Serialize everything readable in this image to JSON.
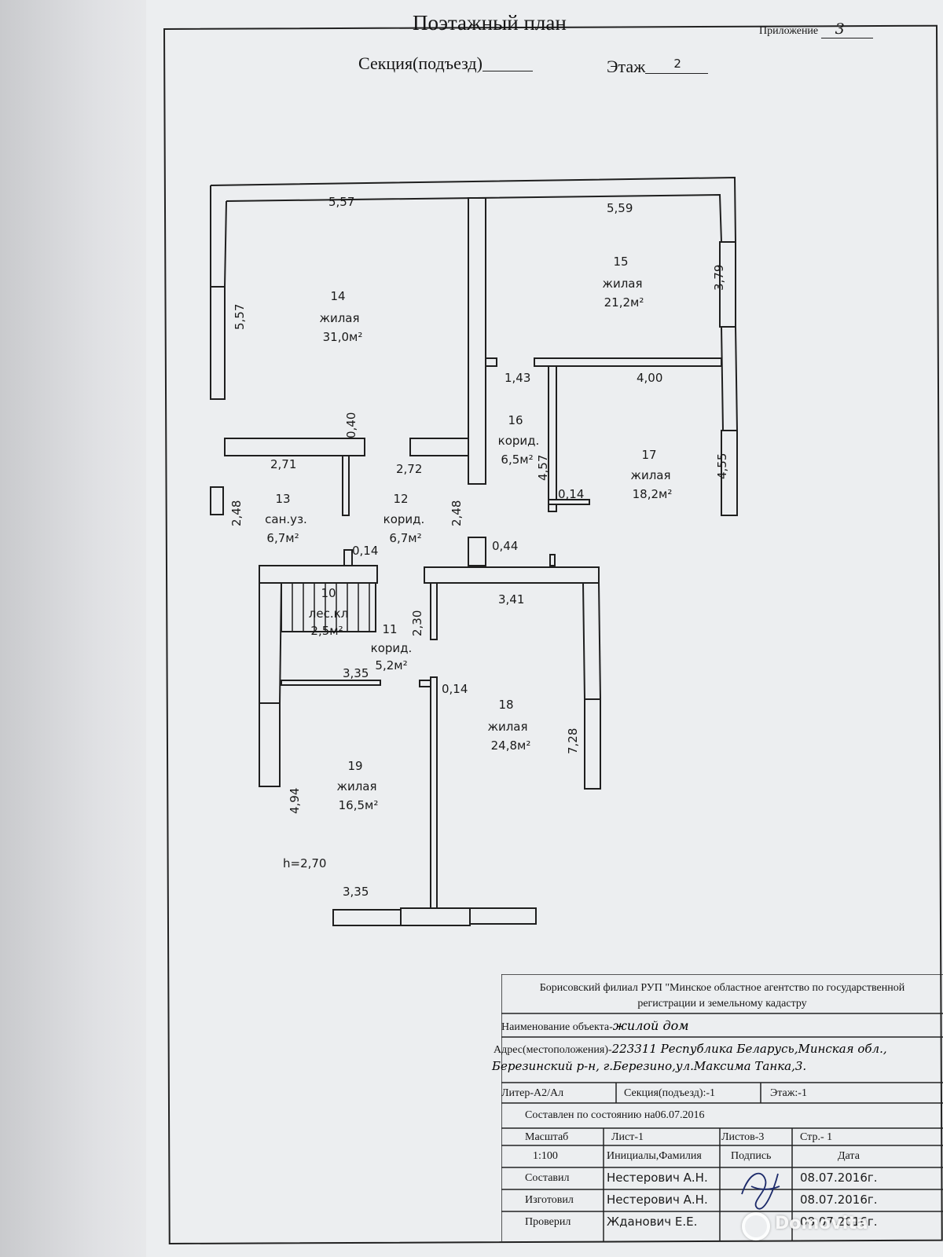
{
  "header": {
    "title": "Поэтажный план",
    "appendix_label": "Приложение",
    "appendix_number": "3",
    "section_label": "Секция(подъезд)",
    "floor_label": "Этаж",
    "floor_number": "2"
  },
  "rooms": [
    {
      "number": "14",
      "type": "жилая",
      "area": "31,0м²"
    },
    {
      "number": "15",
      "type": "жилая",
      "area": "21,2м²"
    },
    {
      "number": "16",
      "type": "корид.",
      "area": "6,5м²"
    },
    {
      "number": "17",
      "type": "жилая",
      "area": "18,2м²"
    },
    {
      "number": "12",
      "type": "корид.",
      "area": "6,7м²"
    },
    {
      "number": "13",
      "type": "сан.уз.",
      "area": "6,7м²"
    },
    {
      "number": "10",
      "type": "лес.кл",
      "area": "2,5м²"
    },
    {
      "number": "11",
      "type": "корид.",
      "area": "5,2м²"
    },
    {
      "number": "18",
      "type": "жилая",
      "area": "24,8м²"
    },
    {
      "number": "19",
      "type": "жилая",
      "area": "16,5м²"
    }
  ],
  "dimensions": [
    "5,57",
    "5,57",
    "5,59",
    "3,79",
    "1,43",
    "4,00",
    "0,40",
    "2,71",
    "2,72",
    "4,57",
    "4,55",
    "0,14",
    "2,48",
    "2,48",
    "0,14",
    "0,44",
    "3,41",
    "2,30",
    "3,35",
    "0,14",
    "7,28",
    "4,94",
    "3,35"
  ],
  "ceiling_height": "h=2,70",
  "stamp": {
    "organization": "Борисовский филиал РУП \"Минское областное агентство по государственной регистрации и земельному кадастру",
    "object_label": "Наименование объекта-",
    "object_value": "жилой дом",
    "address_label": "Адрес(местоположения)-",
    "address_line1": "223311 Республика Беларусь,Минская обл.,",
    "address_line2": "Березинский р-н, г.Березино,ул.Максима Танка,3.",
    "liter": "Литер-А2/Ал",
    "section": "Секция(подъезд):-1",
    "floor": "Этаж:-1",
    "state_date": "Составлен по состоянию на06.07.2016",
    "scale_label": "Масштаб",
    "scale_value": "1:100",
    "sheet": "Лист-1",
    "sheets": "Листов-3",
    "page": "Стр.- 1",
    "initials_label": "Инициалы,Фамилия",
    "signature_label": "Подпись",
    "date_label": "Дата",
    "rows": [
      {
        "role": "Составил",
        "name": "Нестерович А.Н.",
        "date": "08.07.2016г."
      },
      {
        "role": "Изготовил",
        "name": "Нестерович А.Н.",
        "date": "08.07.2016г."
      },
      {
        "role": "Проверил",
        "name": "Жданович Е.Е.",
        "date": "08.07.2016г."
      }
    ]
  },
  "watermark": "Domovita"
}
